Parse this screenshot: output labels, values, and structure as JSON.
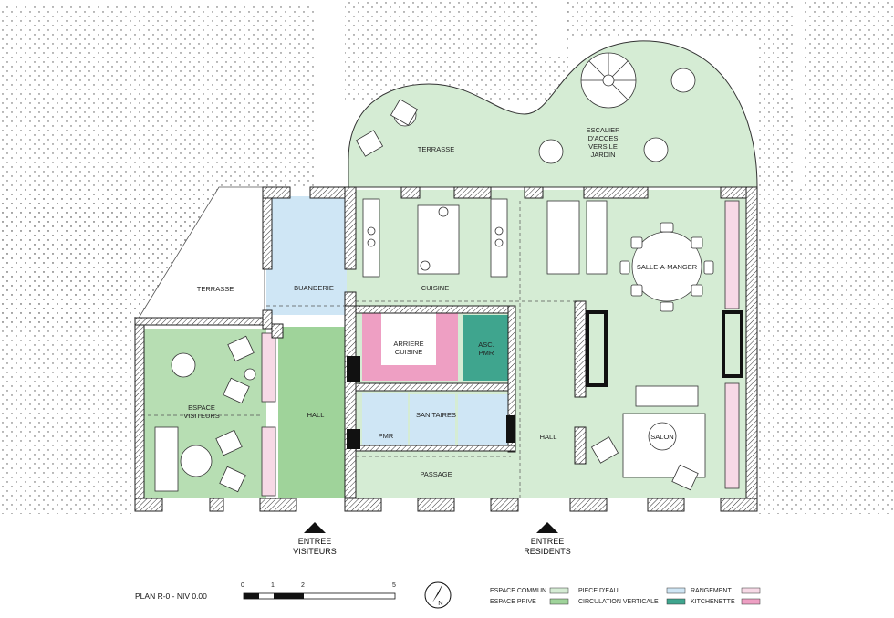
{
  "plan": {
    "title": "PLAN R-0 - NIV 0.00",
    "north": "N",
    "scale": {
      "ticks": [
        "0",
        "1",
        "2",
        "5"
      ]
    }
  },
  "rooms": {
    "terrasse_top": "TERRASSE",
    "escalier": [
      "ESCALIER",
      "D'ACCES",
      "VERS LE",
      "JARDIN"
    ],
    "terrasse_left": "TERRASSE",
    "buanderie": "BUANDERIE",
    "cuisine": "CUISINE",
    "salle_a_manger": "SALLE-A-MANGER",
    "arriere_cuisine": [
      "ARRIERE",
      "CUISINE"
    ],
    "asc_pmr": [
      "ASC.",
      "PMR"
    ],
    "espace_visiteurs": [
      "ESPACE",
      "VISITEURS"
    ],
    "hall_left": "HALL",
    "sanitaires": "SANITAIRES",
    "pmr": "PMR",
    "hall_right": "HALL",
    "salon": "SALON",
    "passage": "PASSAGE"
  },
  "entries": {
    "visiteurs": [
      "ENTREE",
      "VISITEURS"
    ],
    "residents": [
      "ENTREE",
      "RESIDENTS"
    ]
  },
  "legend": {
    "items": [
      {
        "label": "ESPACE COMMUN",
        "color": "#d5ecd4"
      },
      {
        "label": "ESPACE PRIVE",
        "color": "#9fd39a"
      },
      {
        "label": "PIECE D'EAU",
        "color": "#cfe6f5"
      },
      {
        "label": "CIRCULATION VERTICALE",
        "color": "#3fa58e"
      },
      {
        "label": "RANGEMENT",
        "color": "#f7d9e6"
      },
      {
        "label": "KITCHENETTE",
        "color": "#ee9fc3"
      }
    ]
  },
  "colors": {
    "commun": "#d5ecd4",
    "prive": "#9fd39a",
    "eau": "#cfe6f5",
    "circulation": "#3fa58e",
    "rangement": "#f7d9e6",
    "kitchenette": "#ee9fc3",
    "wall": "#2b2b2b"
  }
}
